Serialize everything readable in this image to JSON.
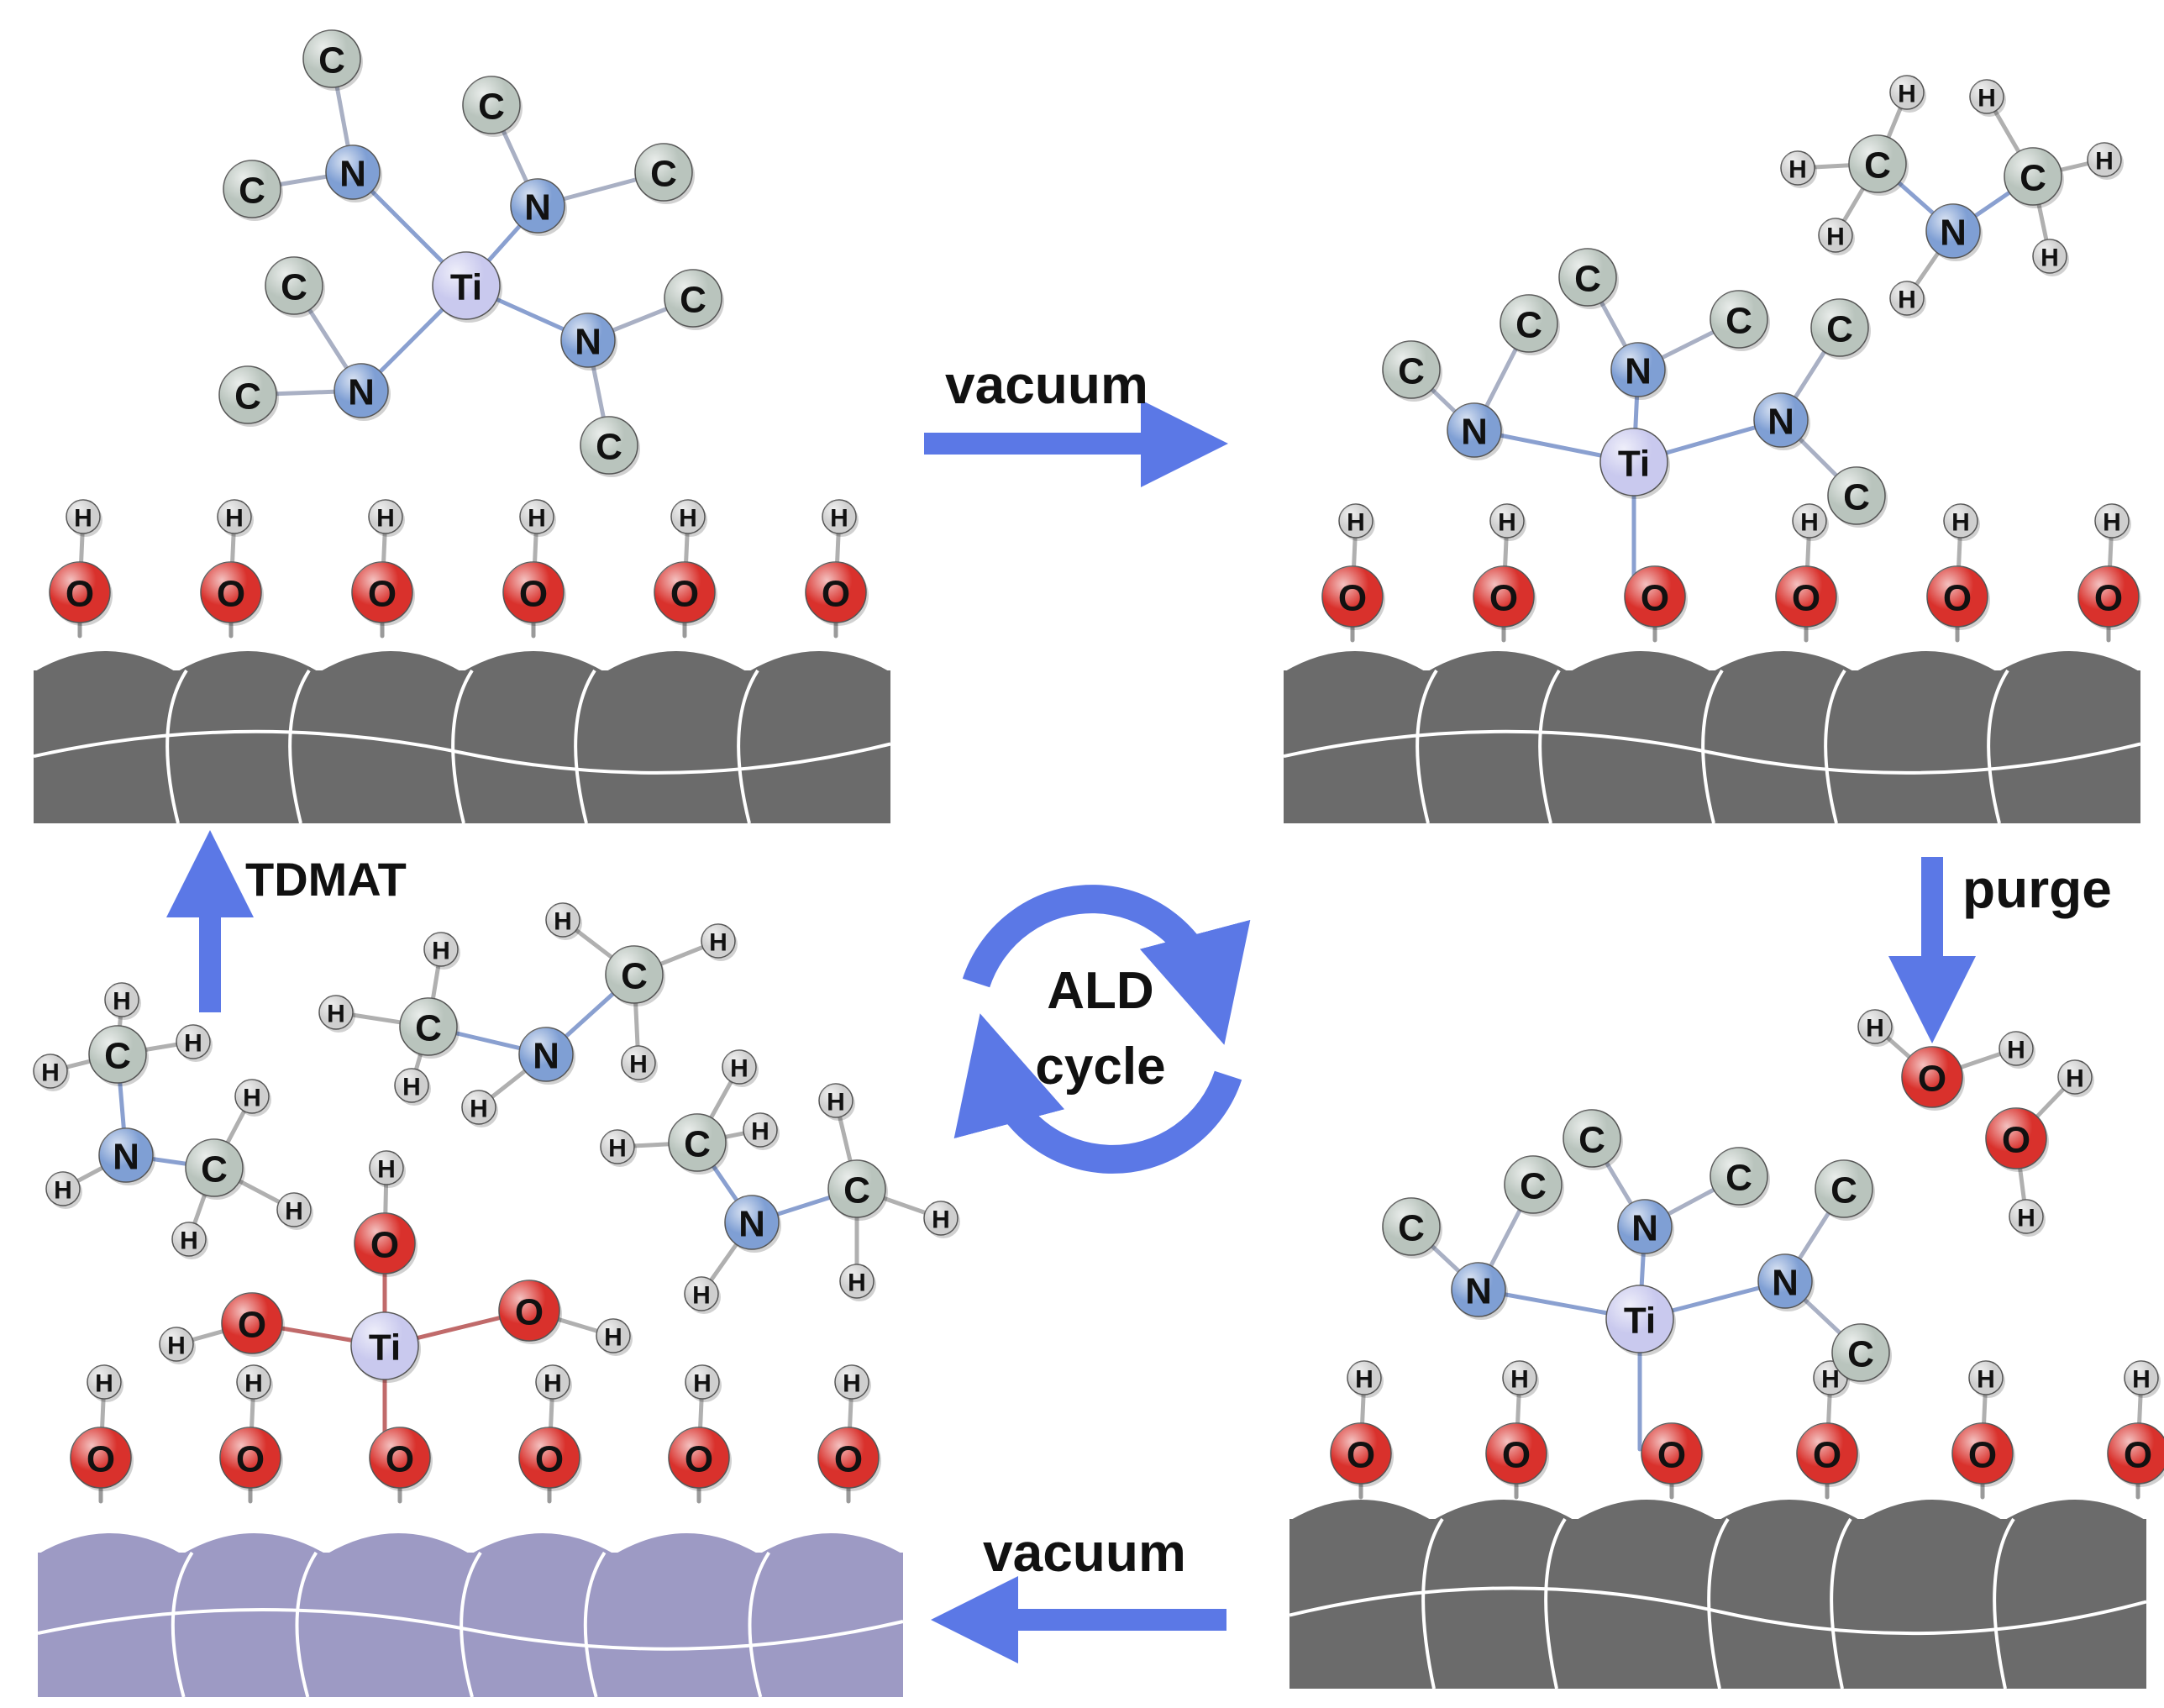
{
  "labels": {
    "vacuum_top": "vacuum",
    "vacuum_bottom": "vacuum",
    "purge": "purge",
    "tdmat": "TDMAT",
    "cycle_line1": "ALD",
    "cycle_line2": "cycle"
  },
  "elements": {
    "C": {
      "label": "C",
      "color": "#b9c4bd"
    },
    "N": {
      "label": "N",
      "color": "#7f9fd4"
    },
    "Ti": {
      "label": "Ti",
      "color": "#c9c9ee"
    },
    "O": {
      "label": "O",
      "color": "#d9312c"
    },
    "H": {
      "label": "H",
      "color": "#cfcfcf"
    }
  },
  "colors": {
    "arrow": "#5b78e6",
    "substrate_dark": "#6b6b6b",
    "substrate_coated": "#9d9ac4",
    "bond": "#8aa0d0"
  }
}
